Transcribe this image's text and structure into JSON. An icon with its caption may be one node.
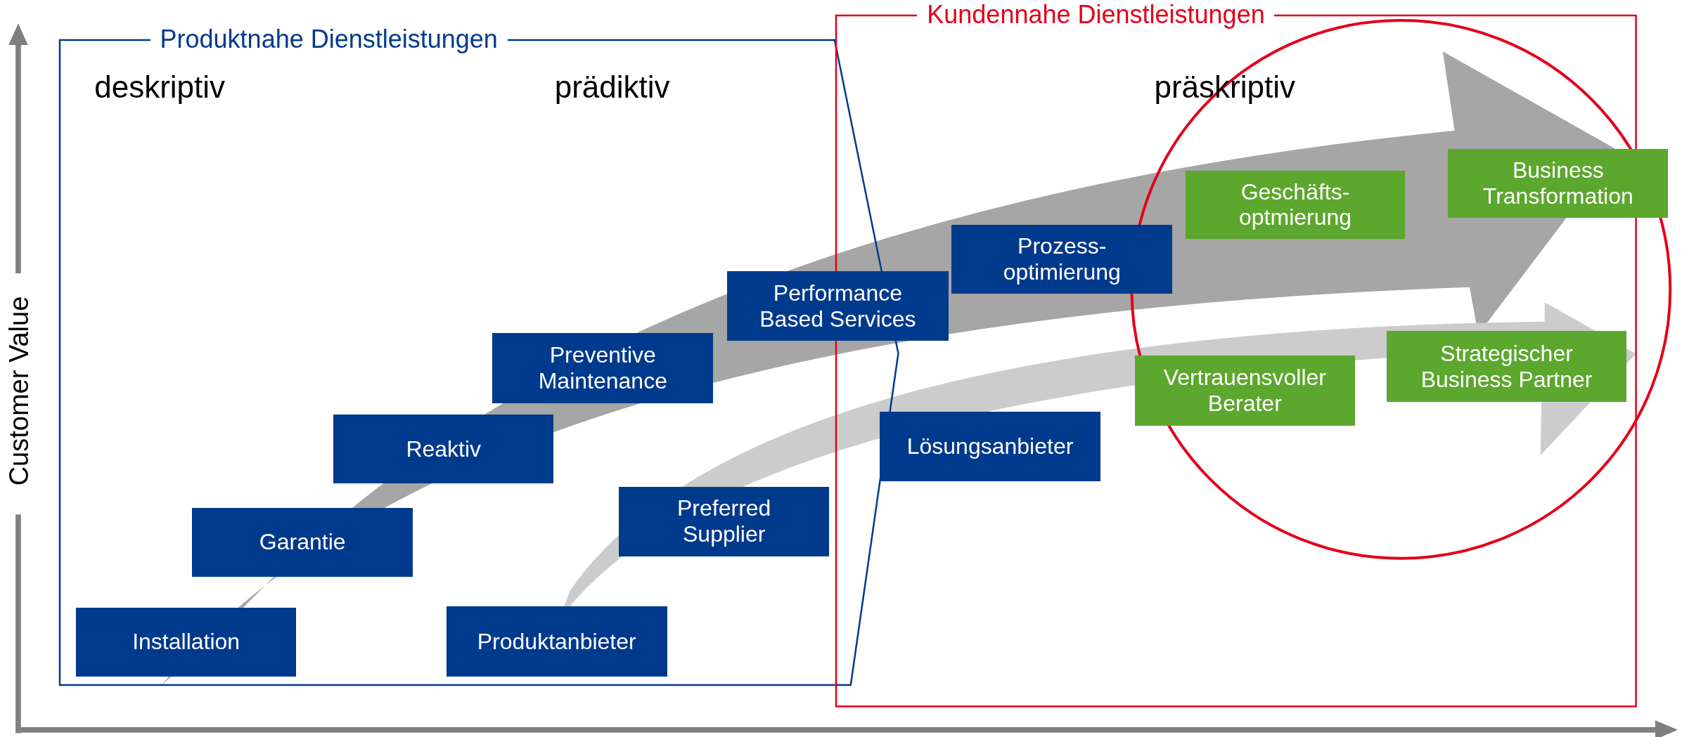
{
  "diagram": {
    "nodes": [
      {
        "text": [
          "Produktnahe Dienstleistungen"
        ]
      },
      {
        "text": [
          "Kundennahe Dienstleistungen"
        ]
      },
      {
        "text": [
          "Installation"
        ],
        "in": 0
      },
      {
        "text": [
          "Garantie"
        ],
        "in": 0
      },
      {
        "text": [
          "Reaktiv"
        ],
        "in": 0
      },
      {
        "text": [
          "Preventive Maintenance"
        ],
        "in": 0
      },
      {
        "text": [
          "Performance Based Services"
        ]
      },
      {
        "text": [
          "Prozess-optimierung"
        ],
        "in": 1
      },
      {
        "text": [
          "Geschäfts-optmierung"
        ],
        "in": 1
      },
      {
        "text": [
          "Business Transformation"
        ]
      },
      {
        "text": [
          "Produktanbieter"
        ],
        "in": 0
      },
      {
        "text": [
          "Preferred Supplier"
        ],
        "in": 0
      },
      {
        "text": [
          "Lösungsanbieter"
        ],
        "in": 1
      },
      {
        "text": [
          "Vertrauensvoller Berater"
        ],
        "in": 1
      },
      {
        "text": [
          "Strategischer Business Partner"
        ],
        "in": 1
      }
    ],
    "labels": [
      "Customer Value",
      "deskriptiv",
      "prädiktiv",
      "präskriptiv"
    ]
  }
}
